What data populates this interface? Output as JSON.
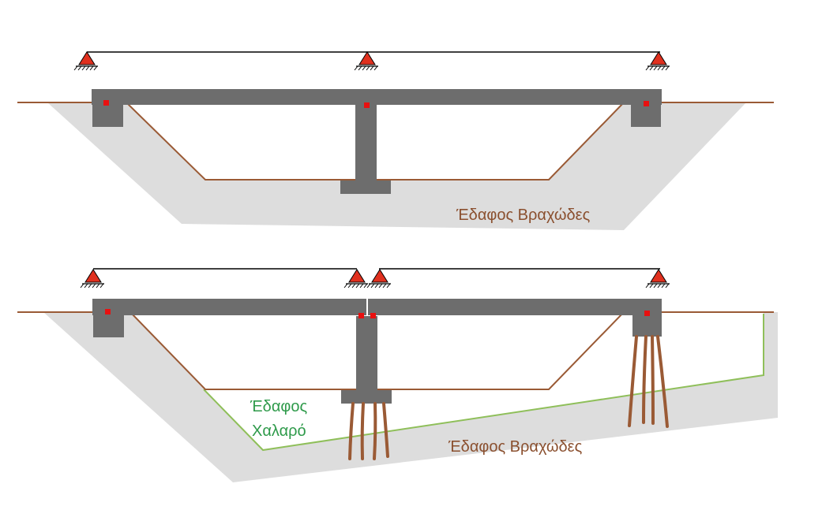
{
  "labels": {
    "rock_top": "Έδαφος Βραχώδες",
    "rock_bottom": "Έδαφος Βραχώδες",
    "loose_line1": "Έδαφος",
    "loose_line2": "Χαλαρό"
  },
  "colors": {
    "ground": "#dddddd",
    "concrete": "#6d6d6d",
    "soil_line": "#9a5a35",
    "loose_boundary": "#8fbf5a",
    "support": "#e0301e",
    "bearing": "#e81010",
    "pile": "#9a5a35"
  }
}
